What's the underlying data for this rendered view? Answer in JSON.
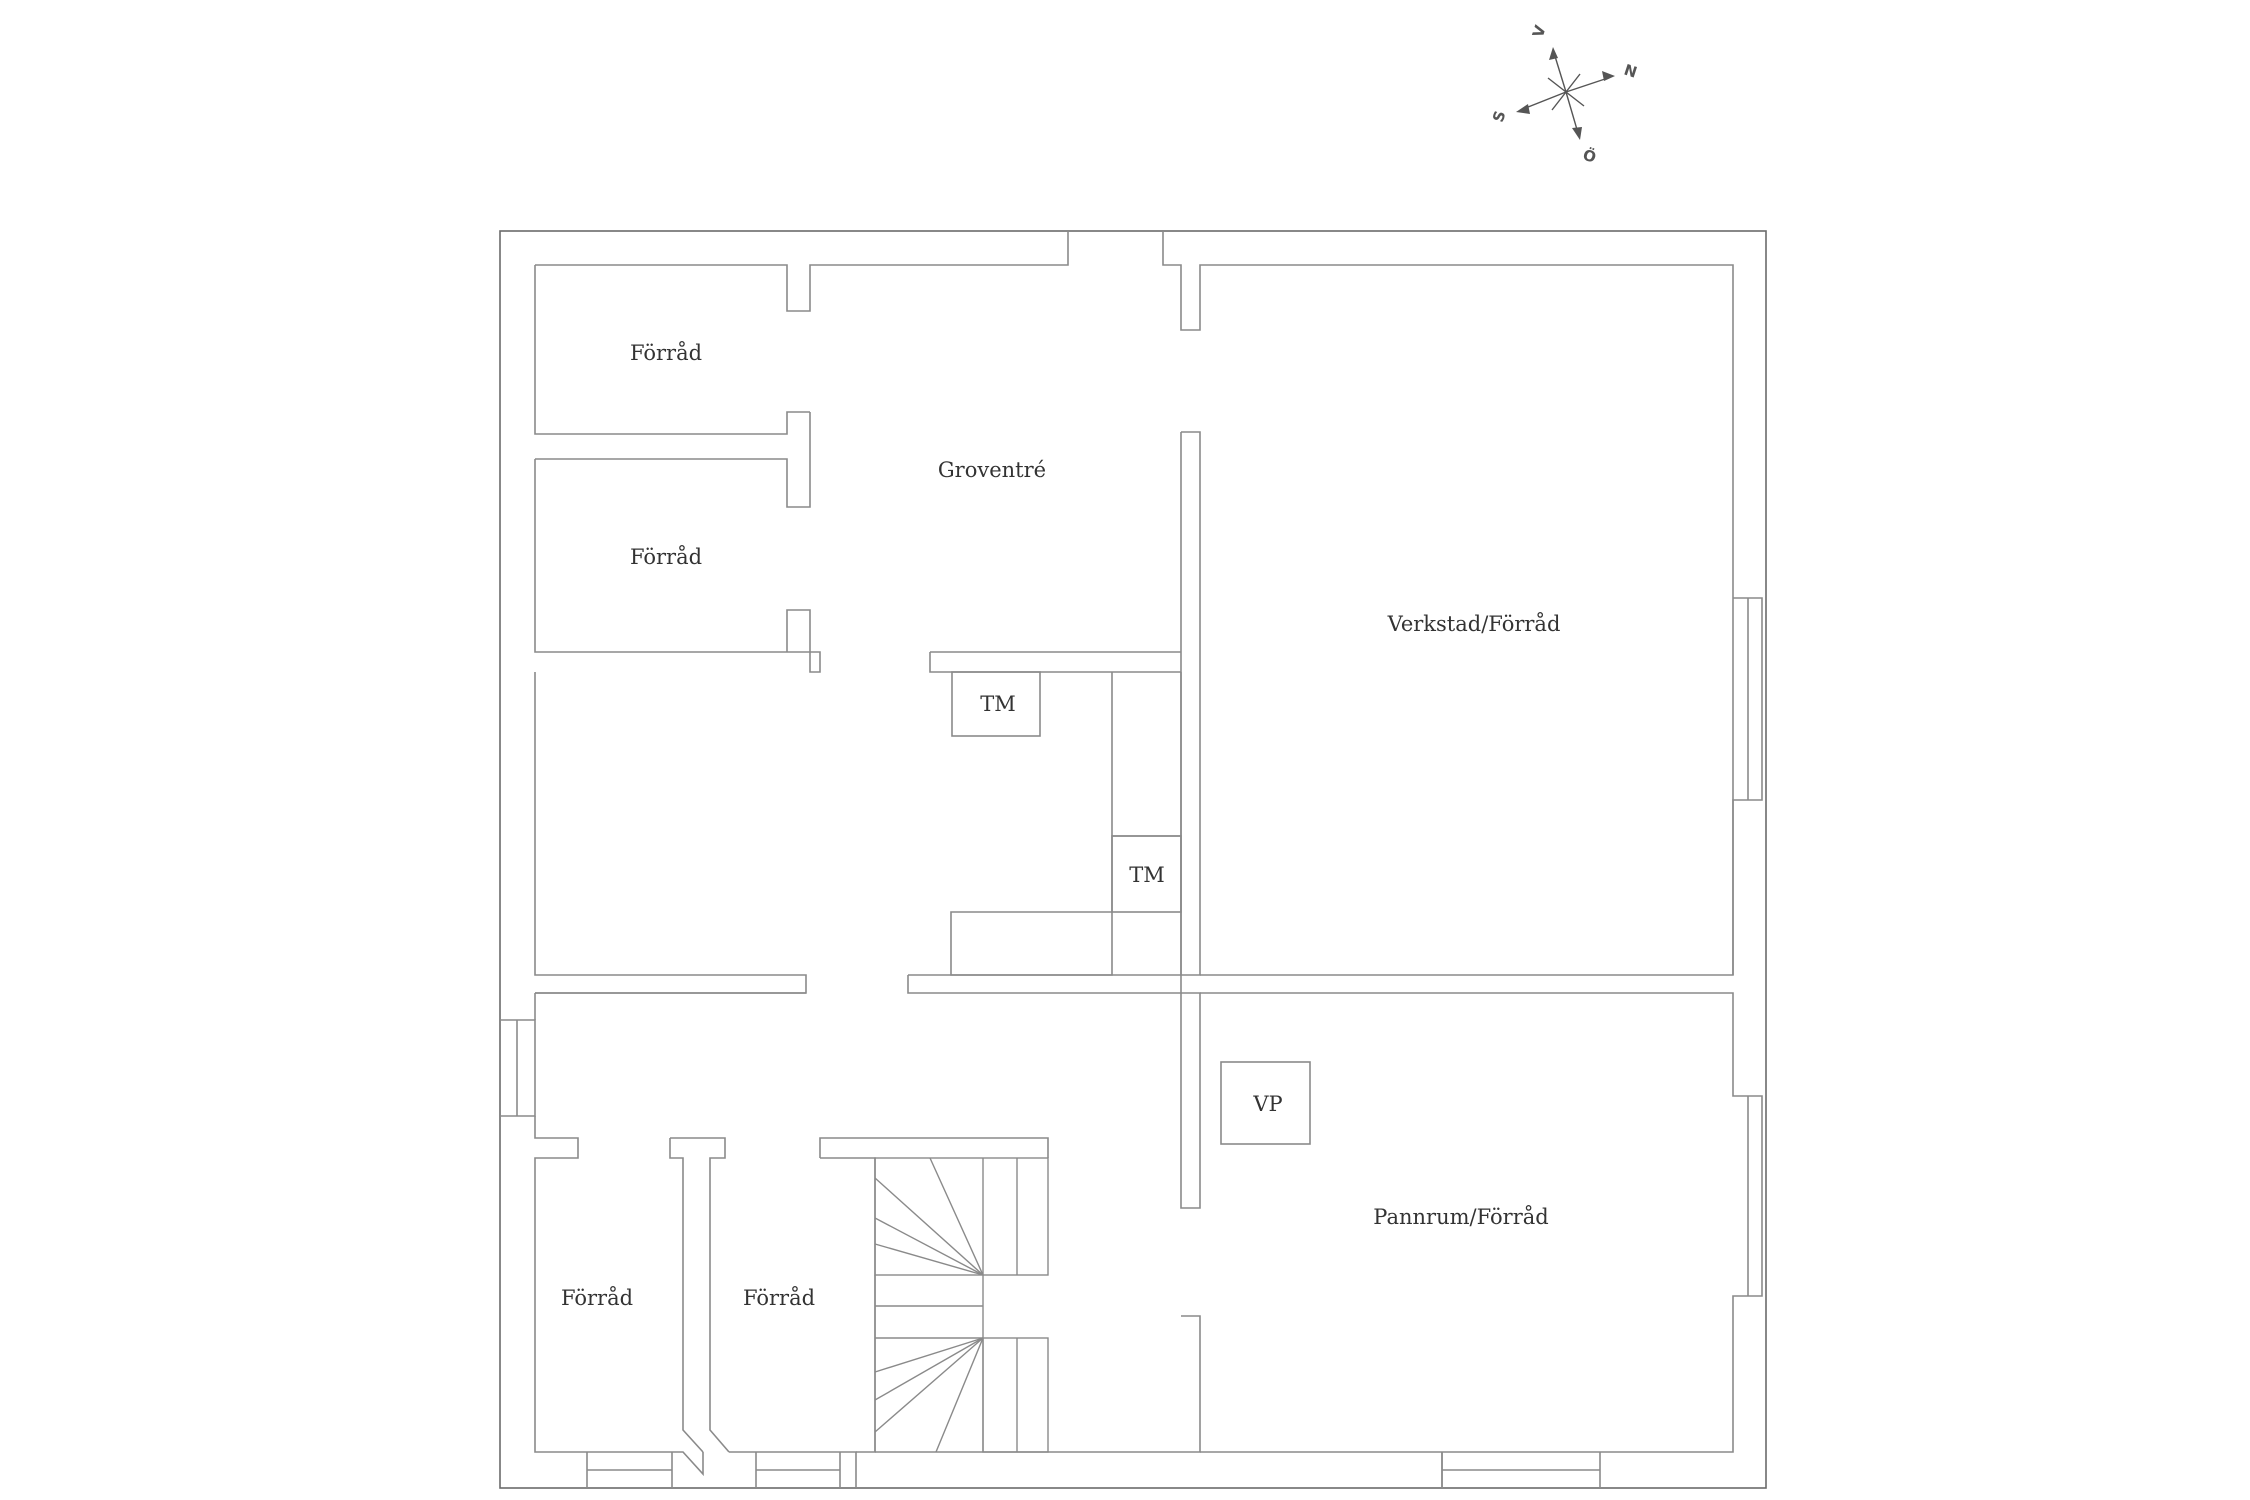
{
  "compass": {
    "letters": [
      "V",
      "N",
      "S",
      "Ö"
    ],
    "color": "#555555"
  },
  "rooms": [
    {
      "id": "forrad-1",
      "label": "Förråd"
    },
    {
      "id": "forrad-2",
      "label": "Förråd"
    },
    {
      "id": "groventre",
      "label": "Groventré"
    },
    {
      "id": "verkstad",
      "label": "Verkstad/Förråd"
    },
    {
      "id": "forrad-3",
      "label": "Förråd"
    },
    {
      "id": "forrad-4",
      "label": "Förråd"
    },
    {
      "id": "pannrum",
      "label": "Pannrum/Förråd"
    }
  ],
  "fixtures": [
    {
      "id": "tm-1",
      "label": "TM"
    },
    {
      "id": "tm-2",
      "label": "TM"
    },
    {
      "id": "vp",
      "label": "VP"
    }
  ],
  "colors": {
    "wall": "#8a8a8a",
    "outer_wall": "#6a6a6a",
    "text": "#333333"
  }
}
